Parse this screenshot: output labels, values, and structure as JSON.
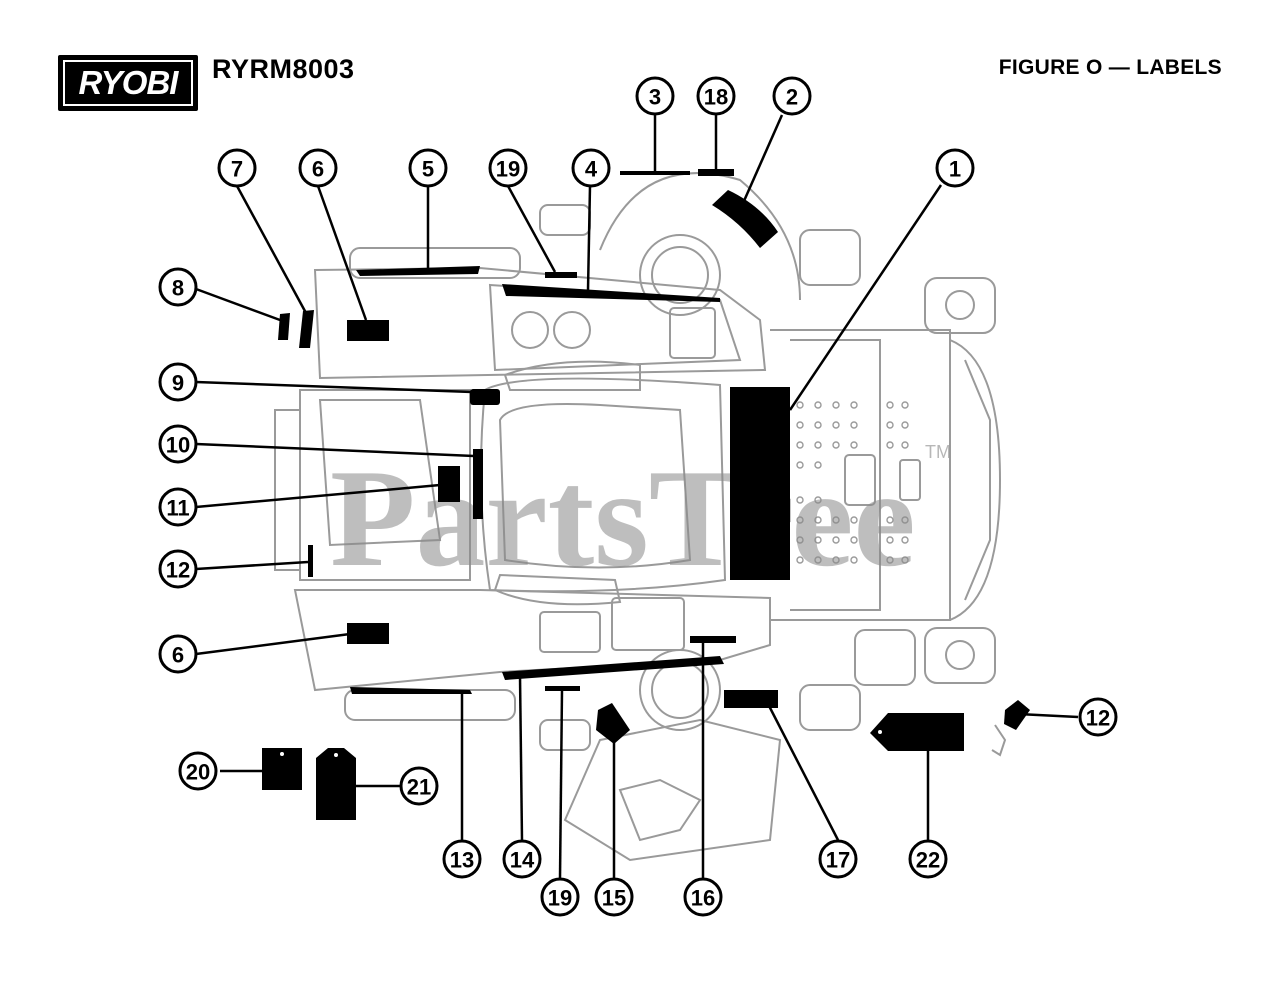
{
  "header": {
    "brand": "RYOBI",
    "model": "RYRM8003",
    "figure_title": "FIGURE O — LABELS"
  },
  "watermark": {
    "text": "PartsTree",
    "tm": "TM"
  },
  "callouts": [
    {
      "id": "c1",
      "num": "1"
    },
    {
      "id": "c2",
      "num": "2"
    },
    {
      "id": "c3",
      "num": "3"
    },
    {
      "id": "c4",
      "num": "4"
    },
    {
      "id": "c5",
      "num": "5"
    },
    {
      "id": "c6a",
      "num": "6"
    },
    {
      "id": "c6b",
      "num": "6"
    },
    {
      "id": "c7",
      "num": "7"
    },
    {
      "id": "c8",
      "num": "8"
    },
    {
      "id": "c9",
      "num": "9"
    },
    {
      "id": "c10",
      "num": "10"
    },
    {
      "id": "c11",
      "num": "11"
    },
    {
      "id": "c12a",
      "num": "12"
    },
    {
      "id": "c12b",
      "num": "12"
    },
    {
      "id": "c13",
      "num": "13"
    },
    {
      "id": "c14",
      "num": "14"
    },
    {
      "id": "c15",
      "num": "15"
    },
    {
      "id": "c16",
      "num": "16"
    },
    {
      "id": "c17",
      "num": "17"
    },
    {
      "id": "c18",
      "num": "18"
    },
    {
      "id": "c19a",
      "num": "19"
    },
    {
      "id": "c19b",
      "num": "19"
    },
    {
      "id": "c20",
      "num": "20"
    },
    {
      "id": "c21",
      "num": "21"
    },
    {
      "id": "c22",
      "num": "22"
    }
  ],
  "colors": {
    "ink": "#000000",
    "outline": "#9a9a9a",
    "paper": "#ffffff"
  }
}
